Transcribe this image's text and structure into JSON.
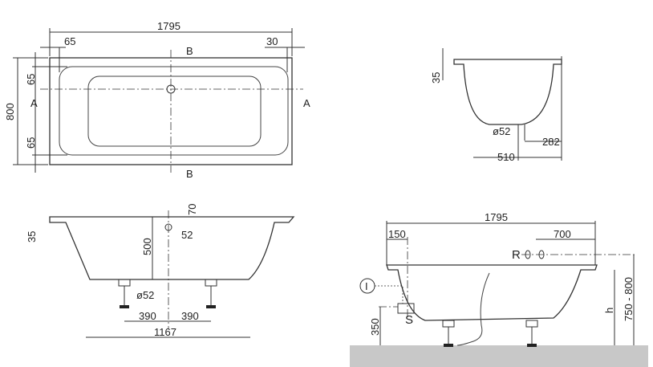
{
  "top_view": {
    "length": "1795",
    "left_offset": "65",
    "right_offset": "30",
    "section_b_top": "B",
    "section_b_bottom": "B",
    "rim_top": "65",
    "rim_bottom": "65",
    "width": "800",
    "section_a_left": "A",
    "section_a_right": "A"
  },
  "end_section": {
    "rim_height": "35",
    "drain_diameter": "ø52",
    "drain_offset": "282",
    "bottom_width": "510"
  },
  "side_section": {
    "overflow_offset": "70",
    "rim_height": "35",
    "depth": "500",
    "drain_offset": "52",
    "drain_diameter": "ø52",
    "leg_left": "390",
    "leg_right": "390",
    "bottom_length": "1167"
  },
  "installation_view": {
    "length": "1795",
    "inlet_offset": "150",
    "tap_offset": "700",
    "tap_label": "R",
    "inlet_label": "I",
    "siphon_label": "S",
    "siphon_height": "350",
    "height_label": "h",
    "height_range": "750 - 800"
  },
  "colors": {
    "floor": "#c8c8c8",
    "line": "#333333"
  }
}
